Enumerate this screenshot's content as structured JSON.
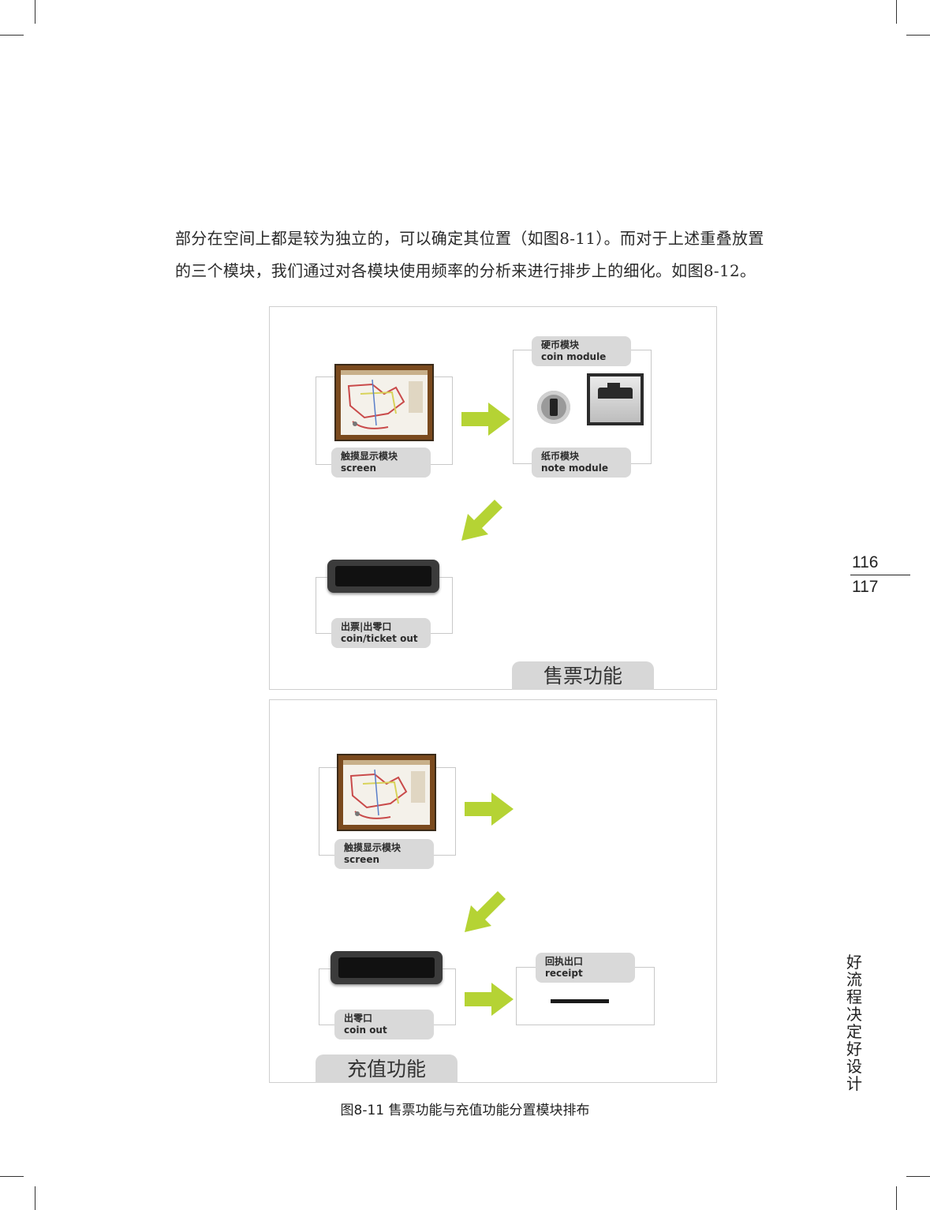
{
  "paragraph": {
    "line1": "部分在空间上都是较为独立的，可以确定其位置（如图8-11）。而对于上述重叠放置",
    "line2": "的三个模块，我们通过对各模块使用频率的分析来进行排步上的细化。如图8-12。"
  },
  "figure_top": {
    "screen_label_cn": "触摸显示模块",
    "screen_label_en": "screen",
    "coin_label_cn": "硬币模块",
    "coin_label_en": "coin module",
    "note_label_cn": "纸币模块",
    "note_label_en": "note module",
    "out_label_cn": "出票|出零口",
    "out_label_en": "coin/ticket out",
    "function_title": "售票功能"
  },
  "figure_bottom": {
    "screen_label_cn": "触摸显示模块",
    "screen_label_en": "screen",
    "out_label_cn": "出零口",
    "out_label_en": "coin out",
    "receipt_label_cn": "回执出口",
    "receipt_label_en": "receipt",
    "function_title": "充值功能"
  },
  "caption": "图8-11  售票功能与充值功能分置模块排布",
  "page_numbers": {
    "top": "116",
    "bottom": "117"
  },
  "book_title_vertical": "好流程决定好设计",
  "colors": {
    "arrow": "#b5d334",
    "pill": "#d9d9d9",
    "screen_frame": "#7a4a1e"
  },
  "icons": [
    "arrow-right-icon",
    "arrow-down-left-icon",
    "coin-slot-icon",
    "note-slot-icon",
    "ticket-slot-icon",
    "receipt-slot-icon",
    "metro-map-icon"
  ]
}
